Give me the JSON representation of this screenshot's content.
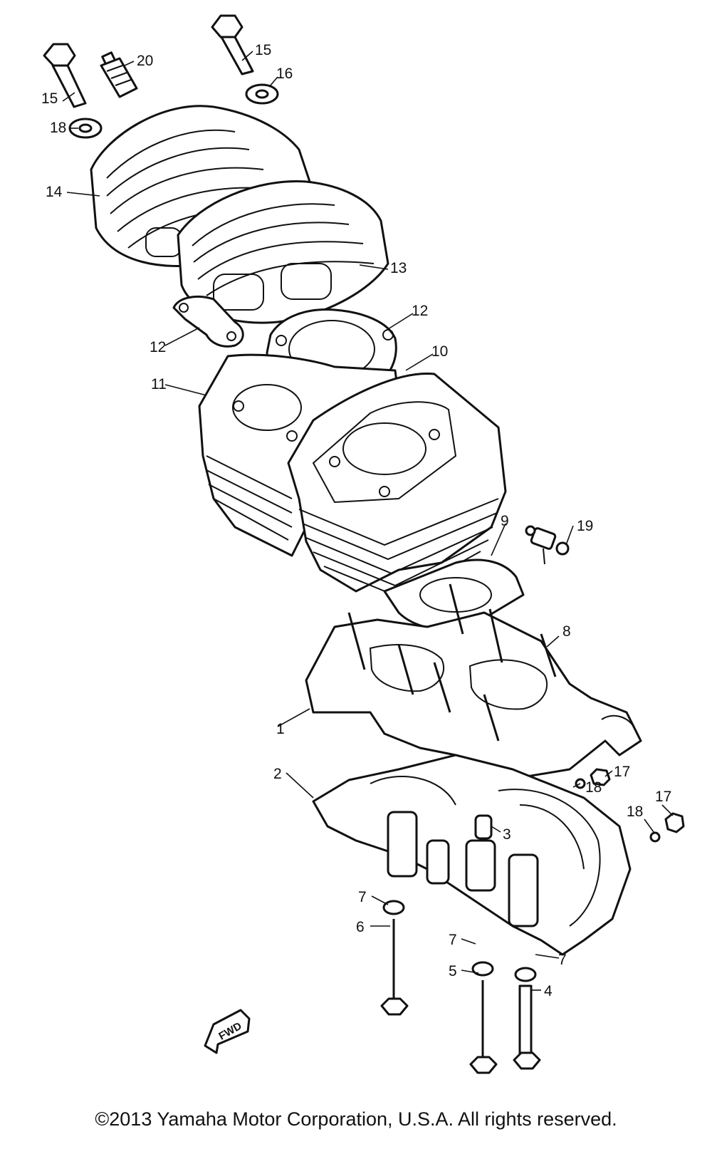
{
  "callouts": [
    {
      "id": "1",
      "text": "1"
    },
    {
      "id": "2",
      "text": "2"
    },
    {
      "id": "3",
      "text": "3"
    },
    {
      "id": "4",
      "text": "4"
    },
    {
      "id": "5",
      "text": "5"
    },
    {
      "id": "6",
      "text": "6"
    },
    {
      "id": "7a",
      "text": "7"
    },
    {
      "id": "7b",
      "text": "7"
    },
    {
      "id": "7c",
      "text": "7"
    },
    {
      "id": "8",
      "text": "8"
    },
    {
      "id": "9",
      "text": "9"
    },
    {
      "id": "10",
      "text": "10"
    },
    {
      "id": "11",
      "text": "11"
    },
    {
      "id": "12a",
      "text": "12"
    },
    {
      "id": "12b",
      "text": "12"
    },
    {
      "id": "13",
      "text": "13"
    },
    {
      "id": "14",
      "text": "14"
    },
    {
      "id": "15a",
      "text": "15"
    },
    {
      "id": "15b",
      "text": "15"
    },
    {
      "id": "16",
      "text": "16"
    },
    {
      "id": "17a",
      "text": "17"
    },
    {
      "id": "17b",
      "text": "17"
    },
    {
      "id": "18a",
      "text": "18"
    },
    {
      "id": "18b",
      "text": "18"
    },
    {
      "id": "18c",
      "text": "18"
    },
    {
      "id": "19",
      "text": "19"
    },
    {
      "id": "20",
      "text": "20"
    }
  ],
  "fwd_label": "FWD",
  "copyright": "©2013 Yamaha Motor Corporation, U.S.A. All rights reserved."
}
